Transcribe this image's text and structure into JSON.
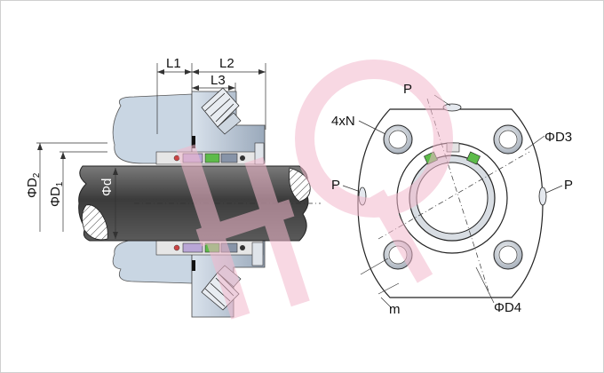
{
  "labels": {
    "L1": "L1",
    "L2": "L2",
    "L3": "L3",
    "D": "ΦD",
    "D2_sub": "2",
    "D1_sub": "1",
    "d": "Φd",
    "n_holes": "4xN",
    "P_top": "P",
    "P_left": "P",
    "P_right": "P",
    "D3": "ΦD3",
    "D4": "ΦD4",
    "m": "m"
  },
  "colors": {
    "housing": "#c9d6e3",
    "shaft": "#4a4a4a",
    "sleeve": "#7f8fa6",
    "watermark": "#f2b8cc",
    "spring_green": "#5dbb4a",
    "purple": "#b9a6d6"
  }
}
